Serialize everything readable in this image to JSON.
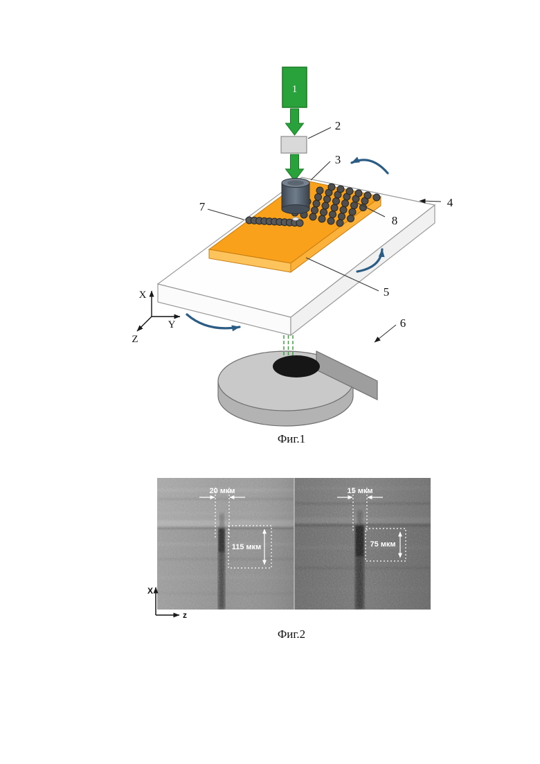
{
  "figure1": {
    "caption": "Фиг.1",
    "ref_labels": {
      "n1": "1",
      "n2": "2",
      "n3": "3",
      "n4": "4",
      "n5": "5",
      "n6": "6",
      "n7": "7",
      "n8": "8"
    },
    "axes": {
      "x": "X",
      "y": "Y",
      "z": "Z"
    },
    "colors": {
      "laser_green": "#2aa23c",
      "laser_green_dark": "#167a22",
      "attenuator_gray": "#d9d9d9",
      "sample_orange": "#f9a11b",
      "sample_orange_light": "#fdc45e",
      "rotation_arrow_blue": "#2b5c84",
      "stage_gray": "#c9c9c9",
      "hole_dark": "#161616",
      "beam_dash_green": "#3fa13f"
    }
  },
  "figure2": {
    "caption": "Фиг.2",
    "left_image": {
      "width_label": "20 мкм",
      "depth_label": "115 мкм"
    },
    "right_image": {
      "width_label": "15 мкм",
      "depth_label": "75 мкм"
    },
    "axes": {
      "x": "X",
      "z": "z"
    }
  }
}
